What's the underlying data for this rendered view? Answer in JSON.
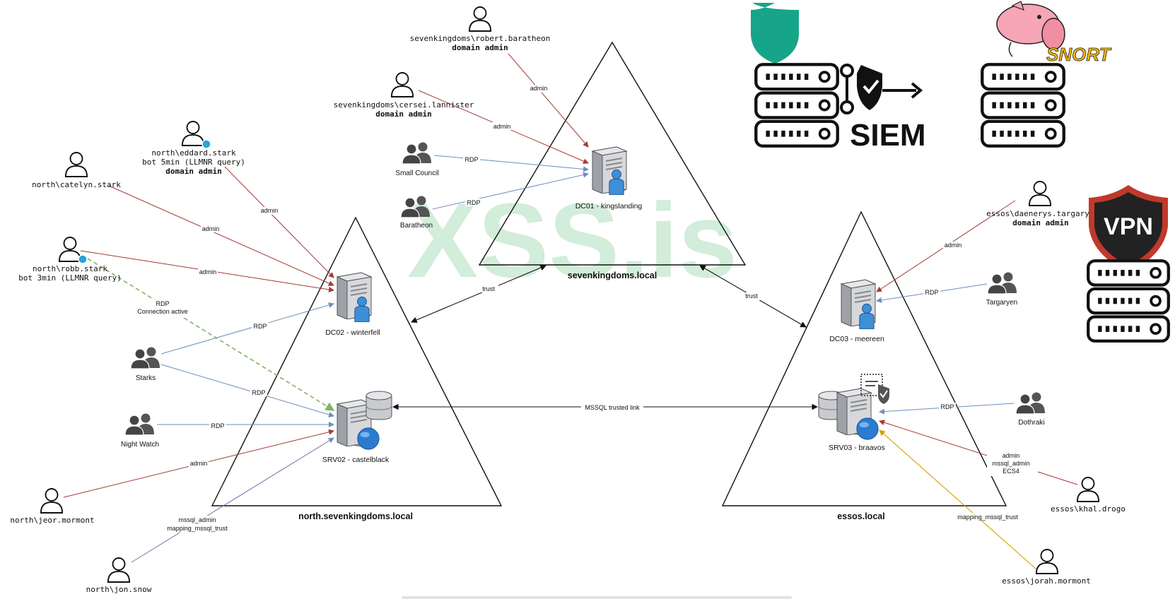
{
  "watermark": "XSS.is",
  "domains": {
    "root": "sevenkingdoms.local",
    "north": "north.sevenkingdoms.local",
    "essos": "essos.local"
  },
  "servers": {
    "dc01": "DC01 - kingslanding",
    "dc02": "DC02 - winterfell",
    "dc03": "DC03 - meereen",
    "srv02": "SRV02 - castelblack",
    "srv03": "SRV03 - braavos"
  },
  "users": {
    "robert": "sevenkingdoms\\robert.baratheon",
    "robert_role": "domain admin",
    "cersei": "sevenkingdoms\\cersei.lannister",
    "cersei_role": "domain admin",
    "eddard": "north\\eddard.stark",
    "eddard_note": "bot 5min (LLMNR query)",
    "eddard_role": "domain admin",
    "catelyn": "north\\catelyn.stark",
    "robb": "north\\robb.stark",
    "robb_note": "bot 3min (LLMNR query)",
    "jeor": "north\\jeor.mormont",
    "jon": "north\\jon.snow",
    "daenerys": "essos\\daenerys.targary",
    "daenerys_role": "domain admin",
    "khal": "essos\\khal.drogo",
    "jorah": "essos\\jorah.mormont"
  },
  "groups": {
    "small_council": "Small Council",
    "baratheon": "Baratheon",
    "starks": "Starks",
    "night_watch": "Night Watch",
    "targaryen": "Targaryen",
    "dothraki": "Dothraki"
  },
  "edges": {
    "admin": "admin",
    "rdp": "RDP",
    "rdp_active_1": "RDP",
    "rdp_active_2": "Connection active",
    "trust": "trust",
    "mssql_link": "MSSQL trusted link",
    "jon_1": "mssql_admin",
    "jon_2": "mapping_mssql_trust",
    "khal_1": "admin",
    "khal_2": "mssql_admin",
    "khal_3": "ECS4",
    "jorah": "mapping_mssql_trust"
  },
  "tools": {
    "siem": "SIEM",
    "snort": "SNORT",
    "vpn": "VPN"
  },
  "colors": {
    "admin_edge": "#a33a35",
    "rdp_edge": "#6c8ebf",
    "active_edge": "#82b366",
    "jorah_edge": "#d6a000",
    "shield": "#17a589",
    "vpn_border": "#c0392b",
    "watermark": "#5fbf7a"
  }
}
